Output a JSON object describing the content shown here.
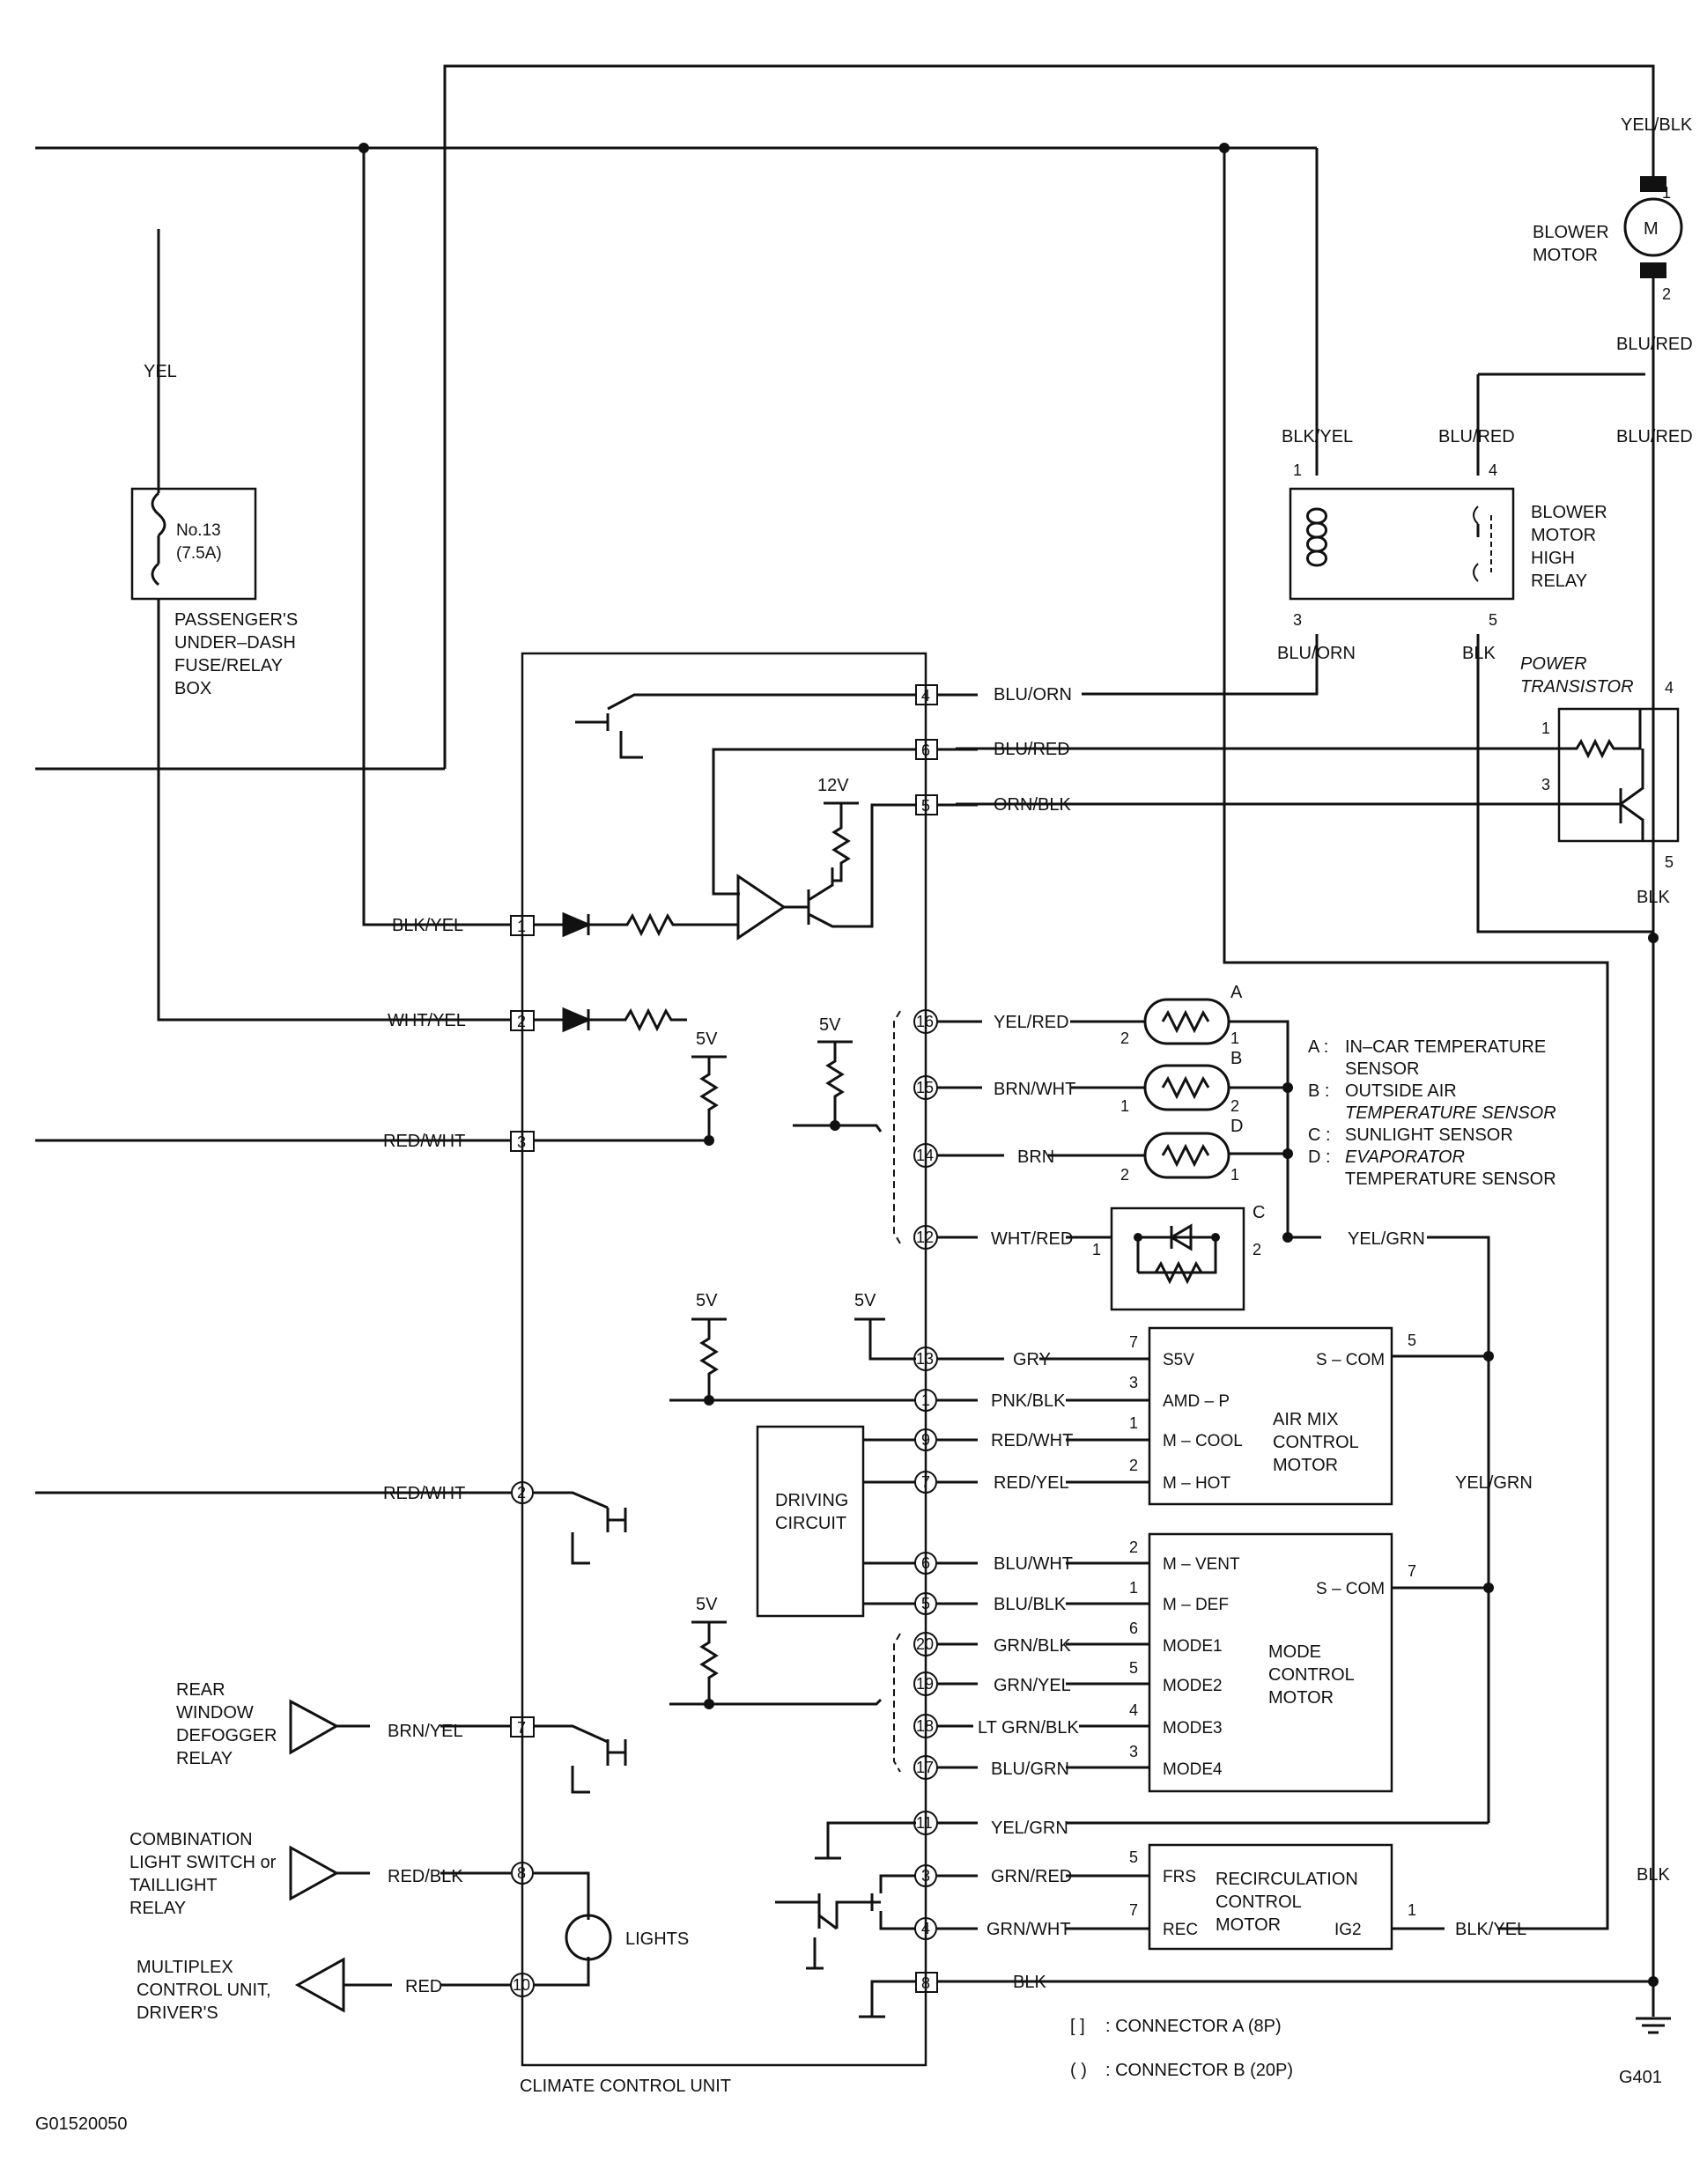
{
  "doc_id": "G01520050",
  "ground": "G401",
  "wire_colors": {
    "yel_blk_top": "YEL/BLK",
    "yel": "YEL",
    "blu_red_motor": "BLU/RED",
    "blk_yel_relay": "BLK/YEL",
    "blu_red_relay": "BLU/RED",
    "blu_red_right": "BLU/RED",
    "blu_orn_relay": "BLU/ORN",
    "blk_relay": "BLK",
    "blu_orn": "BLU/ORN",
    "blu_red": "BLU/RED",
    "orn_blk": "ORN/BLK",
    "blk_pt": "BLK",
    "blk_yel": "BLK/YEL",
    "wht_yel": "WHT/YEL",
    "red_wht_a3": "RED/WHT",
    "yel_red": "YEL/RED",
    "brn_wht": "BRN/WHT",
    "brn": "BRN",
    "wht_red": "WHT/RED",
    "yel_grn_sensor": "YEL/GRN",
    "gry": "GRY",
    "pnk_blk": "PNK/BLK",
    "red_wht_b9": "RED/WHT",
    "red_yel": "RED/YEL",
    "red_wht_b2": "RED/WHT",
    "yel_grn_vert": "YEL/GRN",
    "blu_wht": "BLU/WHT",
    "blu_blk": "BLU/BLK",
    "grn_blk": "GRN/BLK",
    "grn_yel": "GRN/YEL",
    "lt_grn_blk": "LT GRN/BLK",
    "blu_grn": "BLU/GRN",
    "brn_yel": "BRN/YEL",
    "yel_grn_b11": "YEL/GRN",
    "red_blk": "RED/BLK",
    "grn_red": "GRN/RED",
    "grn_wht": "GRN/WHT",
    "blk_yel_ig2": "BLK/YEL",
    "red": "RED",
    "blk_b8": "BLK",
    "blk_lower": "BLK"
  },
  "components": {
    "blower_motor": [
      "BLOWER",
      "MOTOR"
    ],
    "motor_symbol": "M",
    "fuse": [
      "No.13",
      "(7.5A)"
    ],
    "fuse_box": [
      "PASSENGER'S",
      "UNDER–DASH",
      "FUSE/RELAY",
      "BOX"
    ],
    "relay": [
      "BLOWER",
      "MOTOR",
      "HIGH",
      "RELAY"
    ],
    "power_transistor": [
      "POWER",
      "TRANSISTOR"
    ],
    "ccu": "CLIMATE CONTROL UNIT",
    "driving_circuit": [
      "DRIVING",
      "CIRCUIT"
    ],
    "air_mix_motor": [
      "AIR MIX",
      "CONTROL",
      "MOTOR"
    ],
    "mode_motor": [
      "MODE",
      "CONTROL",
      "MOTOR"
    ],
    "recirc_motor": [
      "RECIRCULATION",
      "CONTROL",
      "MOTOR"
    ],
    "rear_defogger": [
      "REAR",
      "WINDOW",
      "DEFOGGER",
      "RELAY"
    ],
    "combination_switch": [
      "COMBINATION",
      "LIGHT SWITCH or",
      "TAILLIGHT",
      "RELAY"
    ],
    "multiplex": [
      "MULTIPLEX",
      "CONTROL UNIT,",
      "DRIVER'S"
    ],
    "lights": "LIGHTS"
  },
  "motor_terminals": {
    "air_mix": [
      "S5V",
      "AMD – P",
      "M – COOL",
      "M – HOT",
      "S – COM"
    ],
    "mode": [
      "M – VENT",
      "M – DEF",
      "MODE1",
      "MODE2",
      "MODE3",
      "MODE4",
      "S – COM"
    ],
    "recirc": [
      "FRS",
      "REC",
      "IG2"
    ]
  },
  "sensor_legend": [
    {
      "key": "A :",
      "lines": [
        "IN–CAR TEMPERATURE",
        "SENSOR"
      ]
    },
    {
      "key": "B :",
      "lines": [
        "OUTSIDE AIR",
        "TEMPERATURE SENSOR"
      ]
    },
    {
      "key": "C :",
      "lines": [
        "SUNLIGHT SENSOR"
      ]
    },
    {
      "key": "D :",
      "lines": [
        "EVAPORATOR",
        "TEMPERATURE SENSOR"
      ]
    }
  ],
  "sensor_letters": [
    "A",
    "B",
    "D",
    "C"
  ],
  "supply": {
    "v12": "12V",
    "v5": "5V"
  },
  "connector_legend": [
    {
      "symbol": "[ ]",
      "text": ": CONNECTOR A (8P)"
    },
    {
      "symbol": "( )",
      "text": ": CONNECTOR B (20P)"
    }
  ]
}
